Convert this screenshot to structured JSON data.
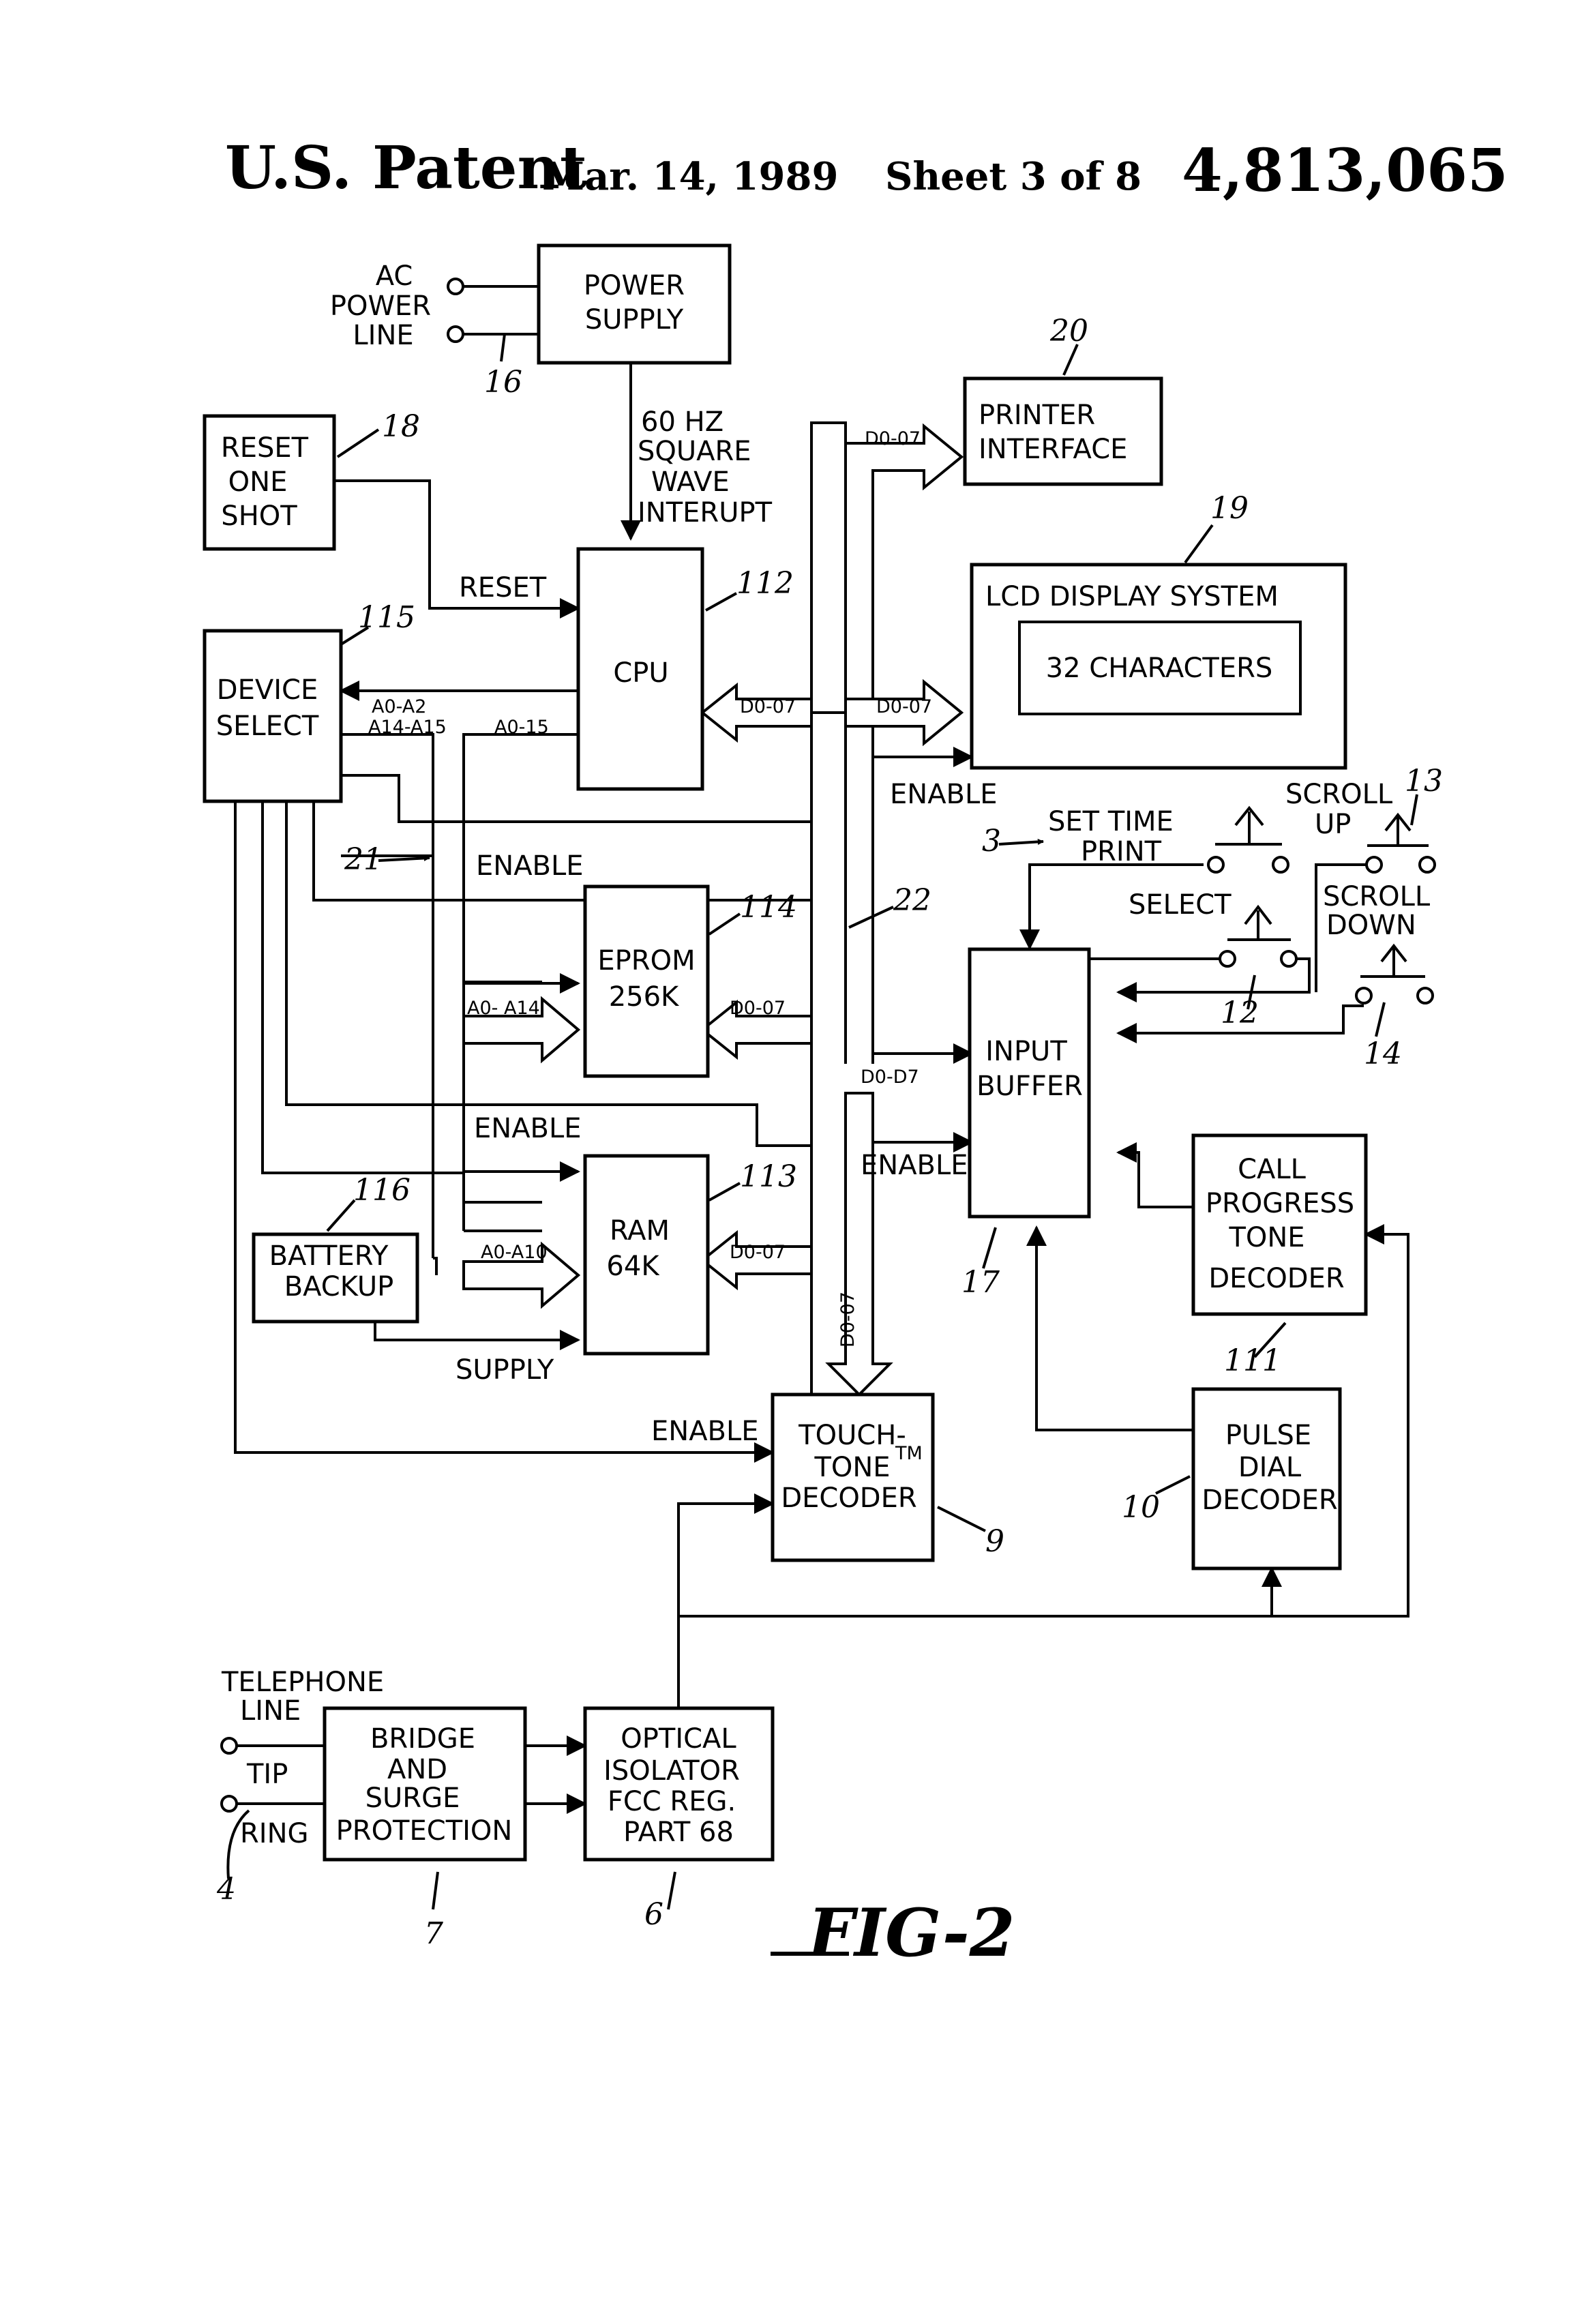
{
  "header": {
    "left": "U.S. Patent",
    "date": "Mar. 14, 1989",
    "sheet": "Sheet 3 of 8",
    "number": "4,813,065"
  },
  "blocks": {
    "power_supply": [
      "POWER",
      "SUPPLY"
    ],
    "reset_one_shot": [
      "RESET",
      "ONE",
      "SHOT"
    ],
    "cpu": [
      "CPU"
    ],
    "device_select": [
      "DEVICE",
      "SELECT"
    ],
    "printer_interface": [
      "PRINTER",
      "INTERFACE"
    ],
    "lcd_display_system": [
      "LCD DISPLAY SYSTEM"
    ],
    "lcd_characters": [
      "32 CHARACTERS"
    ],
    "eprom": [
      "EPROM",
      "256K"
    ],
    "ram": [
      "RAM",
      "64K"
    ],
    "battery_backup": [
      "BATTERY",
      "BACKUP"
    ],
    "input_buffer": [
      "INPUT",
      "BUFFER"
    ],
    "call_progress": [
      "CALL",
      "PROGRESS",
      "TONE",
      "DECODER"
    ],
    "pulse_dial": [
      "PULSE",
      "DIAL",
      "DECODER"
    ],
    "touch_tone": [
      "TOUCH-",
      "TONE",
      "DECODER"
    ],
    "touch_tone_tm": "TM",
    "optical_isolator": [
      "OPTICAL",
      "ISOLATOR",
      "FCC REG.",
      "PART 68"
    ],
    "bridge": [
      "BRIDGE",
      "AND",
      "SURGE",
      "PROTECTION"
    ]
  },
  "labels": {
    "ac_power_line": [
      "AC",
      "POWER",
      "LINE"
    ],
    "square_wave": [
      "60 HZ",
      "SQUARE",
      "WAVE",
      "INTERUPT"
    ],
    "reset": "RESET",
    "a0_a2": "A0-A2",
    "a14_a15": "A14-A15",
    "a0_15": "A0-15",
    "d0_07_cpu": "D0-07",
    "d0_07_printer": "D0-07",
    "d0_07_lcd": "D0-07",
    "enable_lcd": "ENABLE",
    "enable_eprom": "ENABLE",
    "a0_a14": "A0- A14",
    "d0_07_eprom": "D0-07",
    "enable_ram": "ENABLE",
    "a0_a10": "A0-A10",
    "d0_07_ram": "D0-07",
    "supply": "SUPPLY",
    "d0_d7_input": "D0-D7",
    "enable_input": "ENABLE",
    "d0_07_vertical": "D0-07",
    "enable_touch": "ENABLE",
    "set_time_print": [
      "SET TIME",
      "PRINT"
    ],
    "select": "SELECT",
    "scroll_up": [
      "SCROLL",
      "UP"
    ],
    "scroll_down": [
      "SCROLL",
      "DOWN"
    ],
    "telephone_line": [
      "TELEPHONE",
      "LINE"
    ],
    "tip": "TIP",
    "ring": "RING"
  },
  "refs": {
    "r3": "3",
    "r4": "4",
    "r6": "6",
    "r7": "7",
    "r9": "9",
    "r10": "10",
    "r111": "111",
    "r12": "12",
    "r13": "13",
    "r14": "14",
    "r16": "16",
    "r17": "17",
    "r18": "18",
    "r19": "19",
    "r20": "20",
    "r21": "21",
    "r22": "22",
    "r112": "112",
    "r113": "113",
    "r114": "114",
    "r115": "115",
    "r116": "116"
  },
  "figure_label": "FIG-2"
}
